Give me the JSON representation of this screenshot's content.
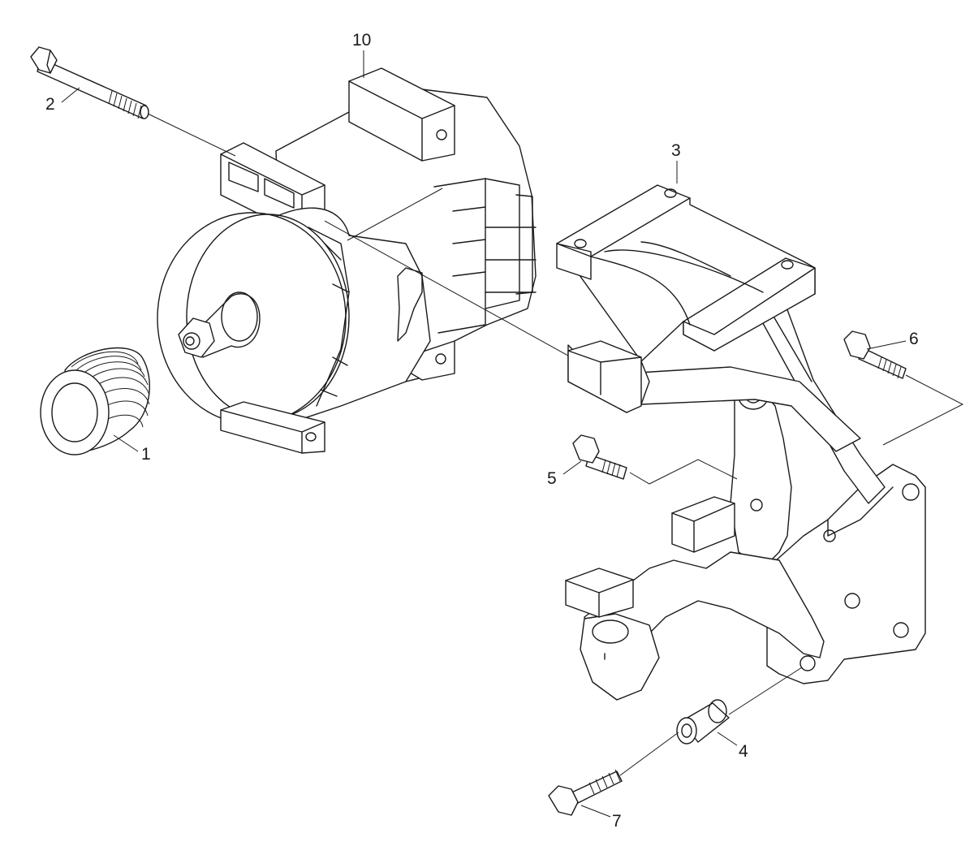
{
  "diagram": {
    "callouts": {
      "pulley": "1",
      "long_bolt": "2",
      "upper_bracket": "3",
      "spacer_sleeve": "4",
      "short_bolt_middle": "5",
      "short_bolt_right": "6",
      "lower_bolt": "7",
      "alternator": "10"
    }
  }
}
